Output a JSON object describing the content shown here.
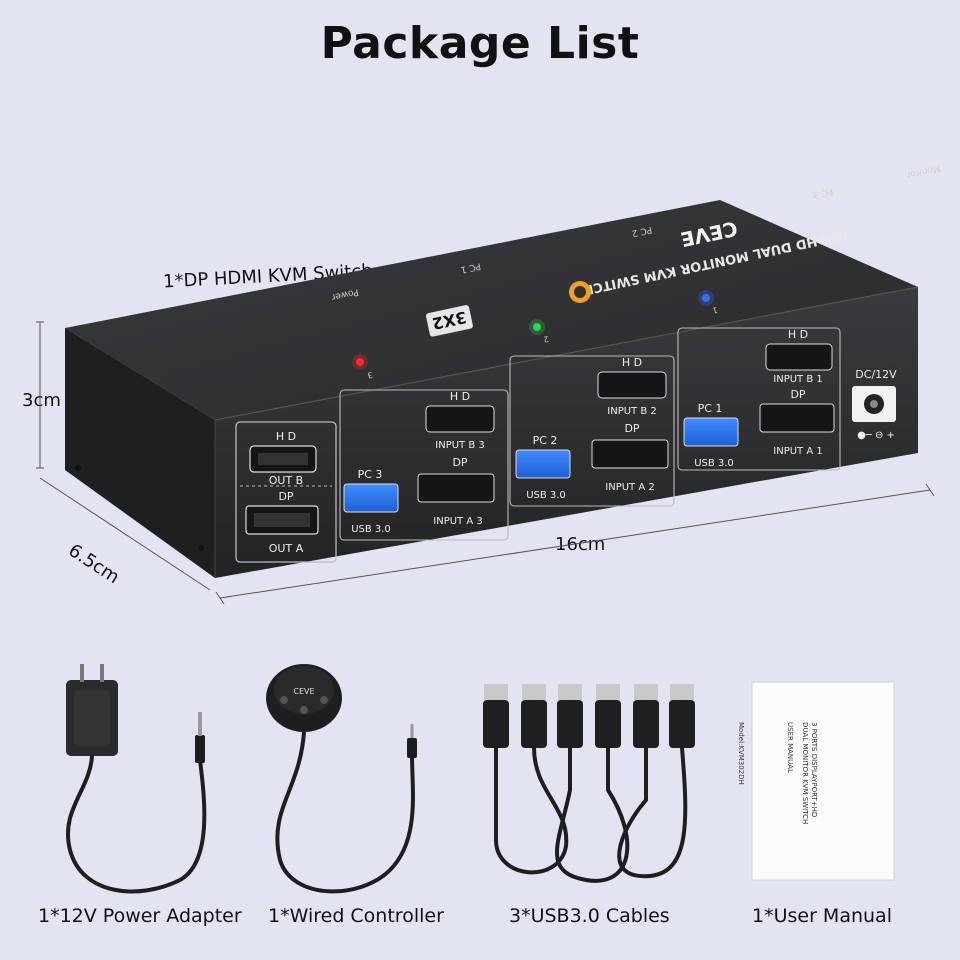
{
  "title": "Package List",
  "product_label": "1*DP HDMI KVM Switch",
  "dimensions": {
    "height": "3cm",
    "depth": "6.5cm",
    "width": "16cm"
  },
  "device": {
    "brand": "CEVE",
    "top_model": "3X2",
    "top_desc": "DP+HD DUAL MONITOR KVM SWITCH",
    "top_pc_labels": [
      "PC 3",
      "PC 2",
      "PC 1"
    ],
    "top_led_numbers": [
      "3",
      "2",
      "1"
    ],
    "top_monitor": "Monitor",
    "top_power": "Power",
    "out_hd": "H D",
    "out_b": "OUT B",
    "out_dp": "DP",
    "out_a": "OUT A",
    "pcs": [
      {
        "pc": "PC 3",
        "hd": "H D",
        "in_b": "INPUT B 3",
        "dp": "DP",
        "usb": "USB 3.0",
        "in_a": "INPUT A 3"
      },
      {
        "pc": "PC 2",
        "hd": "H D",
        "in_b": "INPUT B 2",
        "dp": "DP",
        "usb": "USB 3.0",
        "in_a": "INPUT A 2"
      },
      {
        "pc": "PC 1",
        "hd": "H D",
        "in_b": "INPUT B 1",
        "dp": "DP",
        "usb": "USB 3.0",
        "in_a": "INPUT A 1"
      }
    ],
    "dc_label": "DC/12V",
    "led_colors": {
      "pc3": "#ff2a2a",
      "pc2": "#32d84a",
      "pc1": "#3a6cff"
    },
    "body_color": "#2e2e31"
  },
  "controller_brand": "CEVE",
  "manual_lines": [
    "3 PORTS DISPLAYPORT+HD",
    "DUAL MONITOR KVM SWITCH",
    "USER MANUAL",
    "Model:KVM302DH"
  ],
  "package": [
    {
      "caption": "1*12V Power Adapter"
    },
    {
      "caption": "1*Wired Controller"
    },
    {
      "caption": "3*USB3.0 Cables"
    },
    {
      "caption": "1*User Manual"
    }
  ]
}
